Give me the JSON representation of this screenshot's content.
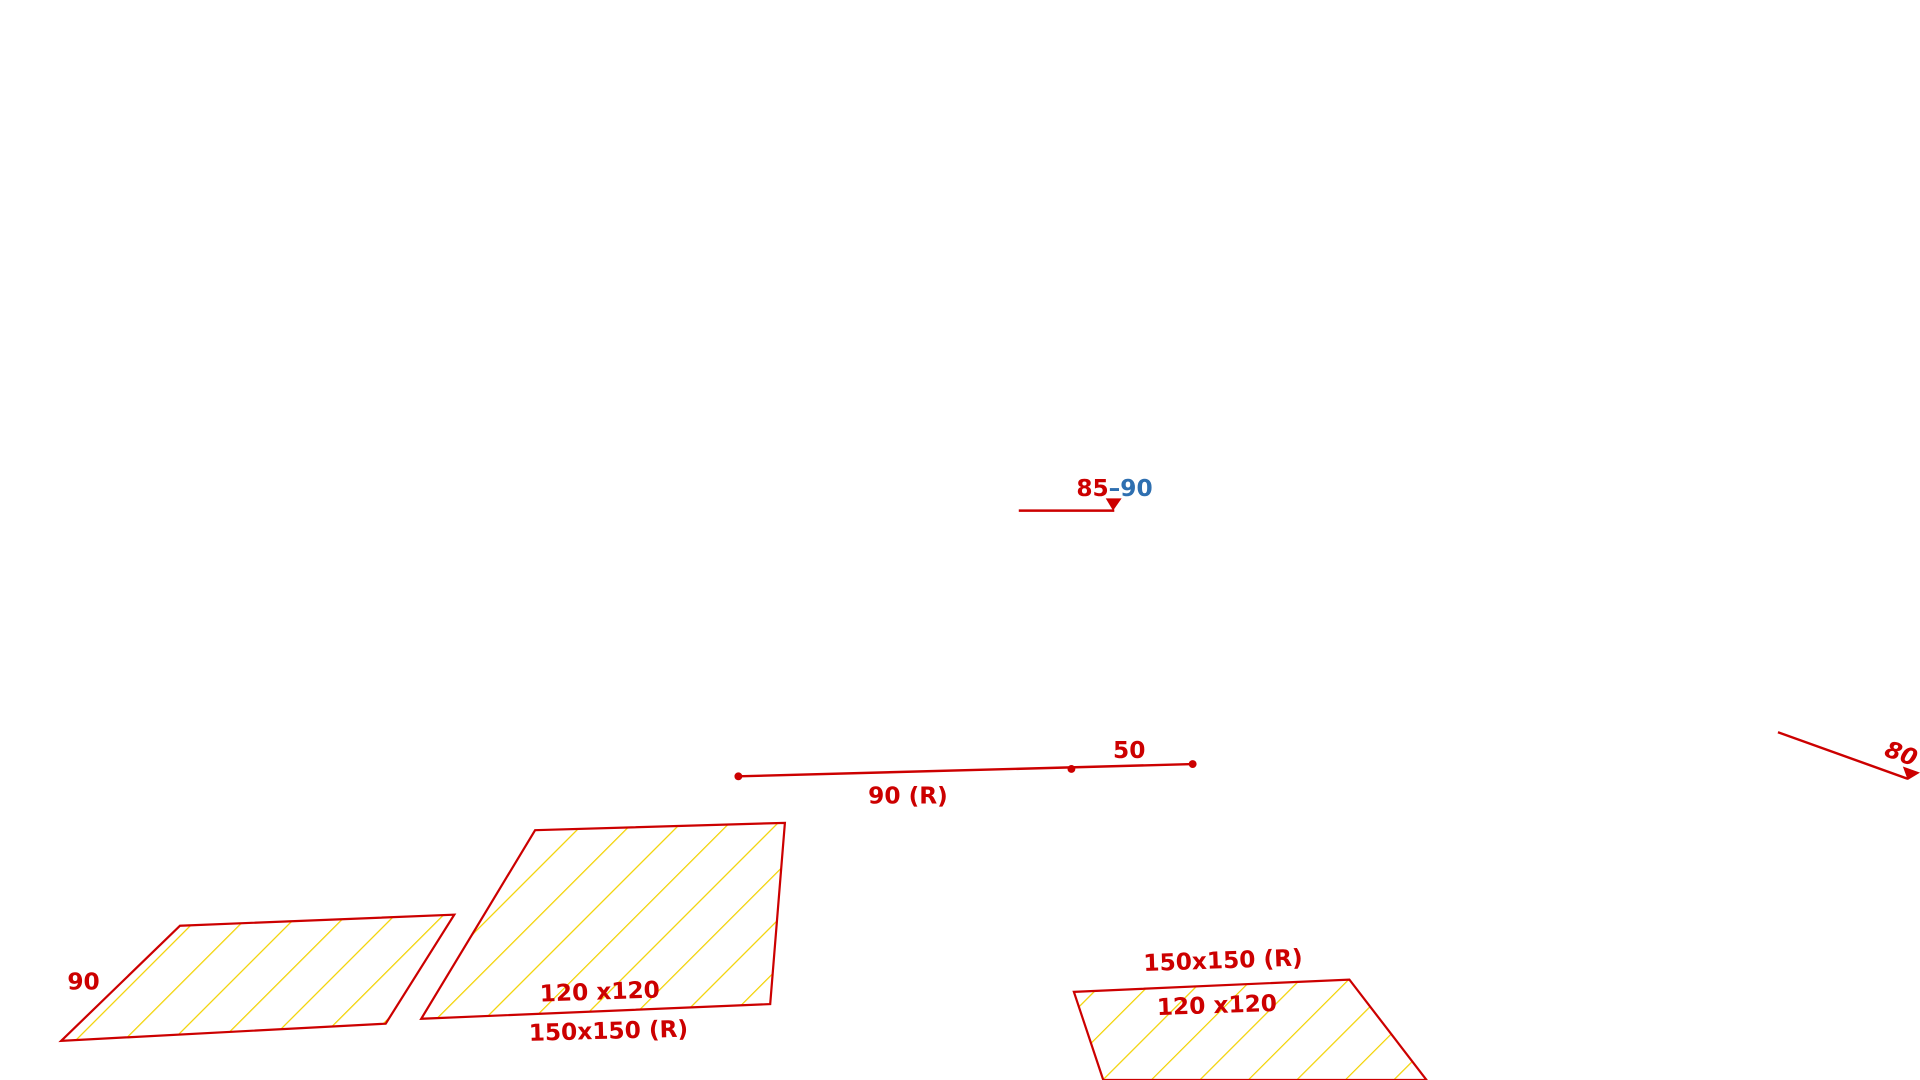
{
  "colors": {
    "line": "#cc0000",
    "hatch": "#f2d200",
    "level_alt": "#2e6fb0"
  },
  "levels": {
    "top_low": "85",
    "top_sep": "–",
    "top_high": "90",
    "right": "80"
  },
  "segment": {
    "label_left": "90 (R)",
    "label_right": "50"
  },
  "areas": [
    {
      "labels": [
        "90"
      ]
    },
    {
      "labels": [
        "120 x120",
        "150x150 (R)"
      ]
    },
    {
      "labels": [
        "150x150 (R)",
        "120 x120"
      ]
    }
  ]
}
